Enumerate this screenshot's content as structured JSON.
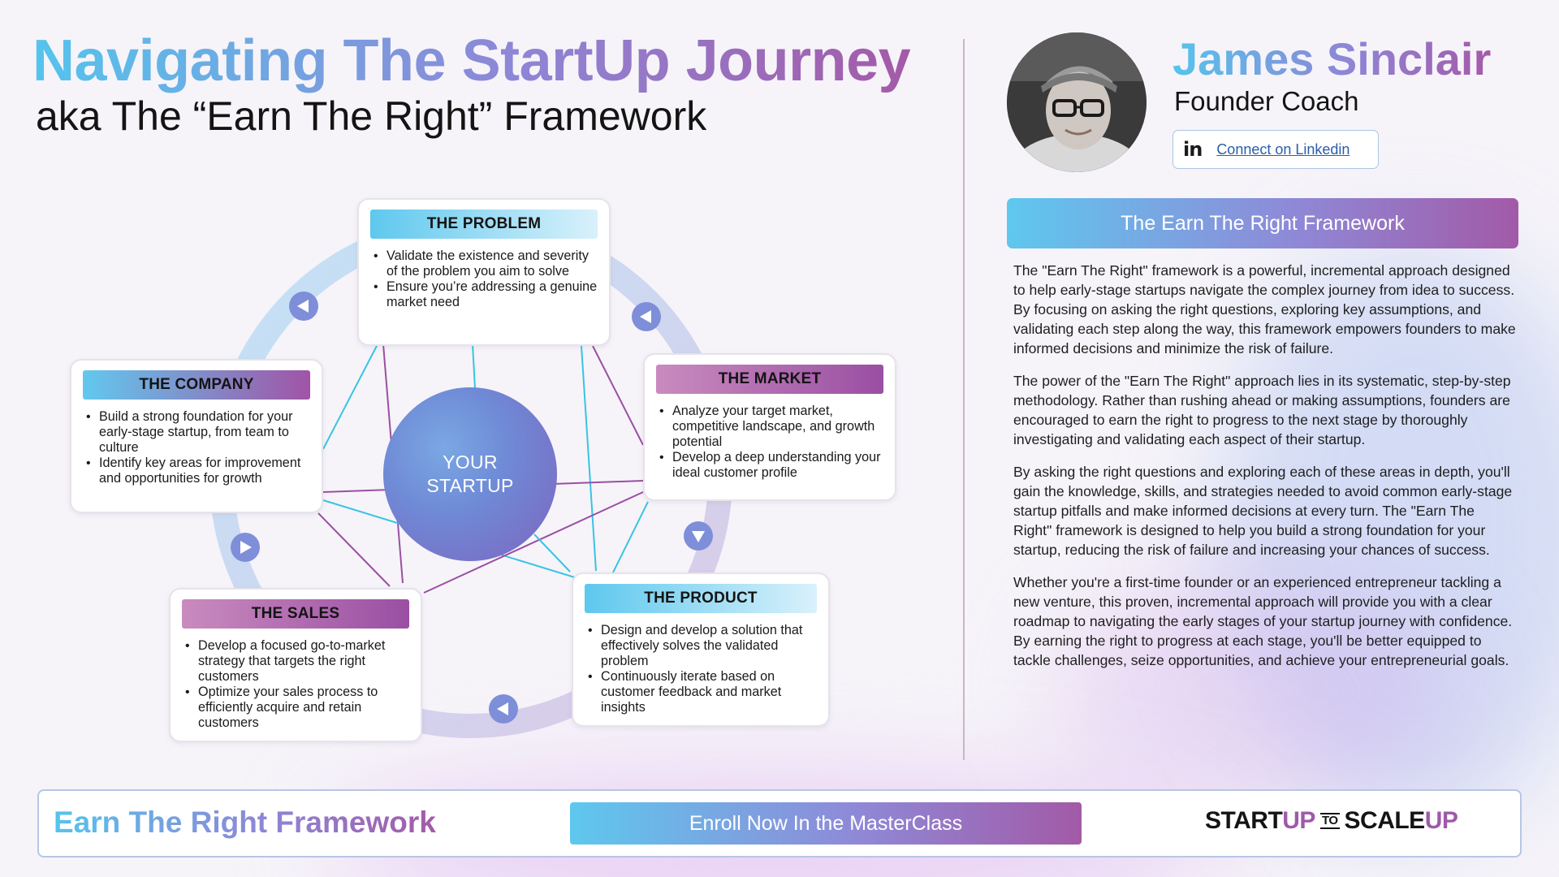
{
  "header": {
    "title": "Navigating The StartUp Journey",
    "subtitle": "aka The “Earn The Right” Framework"
  },
  "diagram": {
    "center_label_line1": "YOUR",
    "center_label_line2": "STARTUP",
    "cards": {
      "problem": {
        "title": "THE PROBLEM",
        "bullets": [
          "Validate the existence and severity of the problem you aim to solve",
          "Ensure you’re addressing a genuine market need"
        ]
      },
      "market": {
        "title": "THE MARKET",
        "bullets": [
          "Analyze your target market, competitive landscape, and growth potential",
          "Develop a deep understanding your ideal customer profile"
        ]
      },
      "product": {
        "title": "THE PRODUCT",
        "bullets": [
          "Design and develop a solution that effectively solves the validated problem",
          "Continuously iterate based on customer feedback and market insights"
        ]
      },
      "sales": {
        "title": "THE SALES",
        "bullets": [
          "Develop a focused go-to-market strategy that targets the right customers",
          "Optimize your sales process to efficiently acquire and retain customers"
        ]
      },
      "company": {
        "title": "THE COMPANY",
        "bullets": [
          "Build a strong foundation for your early-stage startup, from team to culture",
          "Identify key areas for improvement and opportunities for growth"
        ]
      }
    },
    "colors": {
      "blue": "#5ec8ee",
      "purple": "#a054a6",
      "ring_blue": "#c6e4f6",
      "ring_purple": "#d9c8e4",
      "line_blue": "#37c4e6",
      "line_purple": "#9a4fa3"
    }
  },
  "profile": {
    "name": "James Sinclair",
    "role": "Founder Coach",
    "linkedin_icon": "in",
    "linkedin_label": "Connect on Linkedin"
  },
  "framework": {
    "banner": "The Earn The Right Framework",
    "paragraphs": [
      "The \"Earn The Right\" framework is a powerful, incremental approach designed to help early-stage startups navigate the complex journey from idea to success. By focusing on asking the right questions, exploring key assumptions, and validating each step along the way, this framework empowers founders to make informed decisions and minimize the risk of failure.",
      "The power of the \"Earn The Right\" approach lies in its systematic, step-by-step methodology. Rather than rushing ahead or making assumptions, founders are encouraged to earn the right to progress to the next stage by thoroughly investigating and validating each aspect of their startup.",
      "By asking the right questions and exploring each of these areas in depth, you'll gain the knowledge, skills, and strategies needed to avoid common early-stage startup pitfalls and make informed decisions at every turn. The \"Earn The Right\" framework is designed to help you build a strong foundation for your startup, reducing the risk of failure and increasing your chances of success.",
      "Whether you're a first-time founder or an experienced entrepreneur tackling a new venture, this proven, incremental approach will provide you with a clear roadmap to navigating the early stages of your startup journey with confidence. By earning the right to progress at each stage, you'll be better equipped to tackle challenges, seize opportunities, and achieve your entrepreneurial goals."
    ]
  },
  "footer": {
    "title": "Earn The Right Framework",
    "cta": "Enroll Now In the MasterClass",
    "logo_part1": "START",
    "logo_part2": "UP",
    "logo_to": "TO",
    "logo_part3": "SCALE",
    "logo_part4": "UP"
  }
}
